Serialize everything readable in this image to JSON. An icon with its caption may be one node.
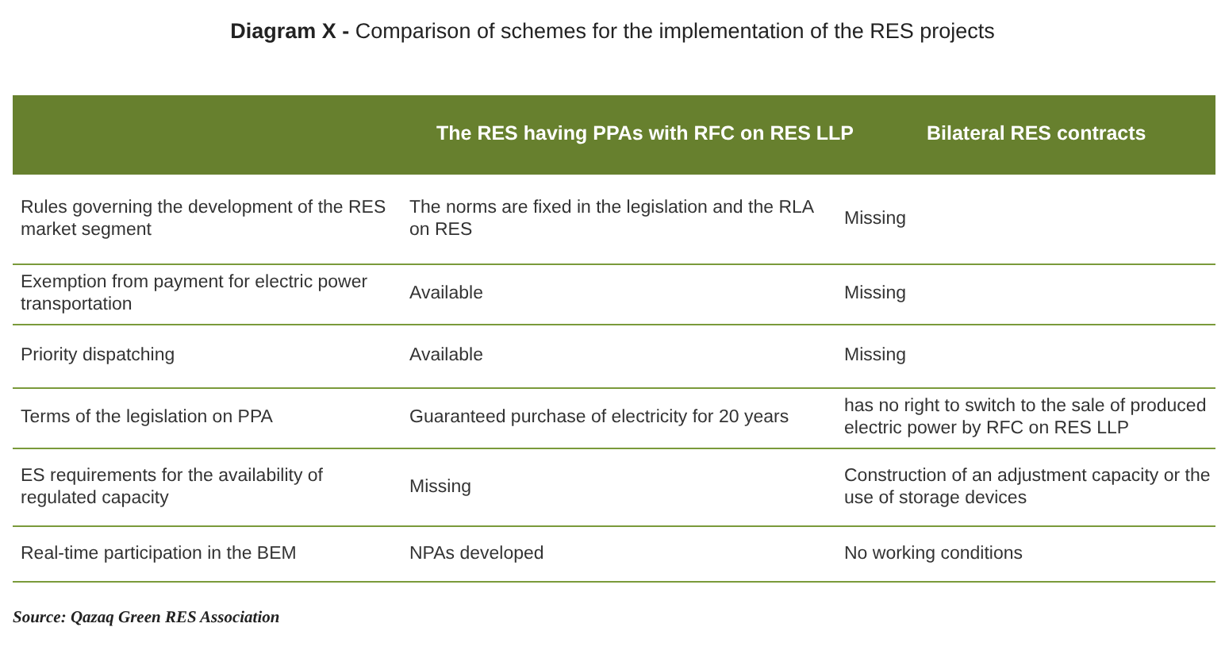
{
  "diagram": {
    "title": "**Diagram X -** Comparison of schemes for the implementation of the RES projects",
    "caption": "Source: Qazaq Green RES Association",
    "labels": [
      "The RES having PPAs with RFC on RES LLP",
      "Bilateral RES contracts",
      "Rules governing the development of the RES market segment",
      "The norms are fixed in the legislation and the RLA on RES",
      "Missing",
      "Exemption from payment for electric power transportation",
      "Available",
      "Missing",
      "Priority dispatching",
      "Available",
      "Missing",
      "Terms of the legislation on PPA",
      "Guaranteed purchase of electricity for 20 years",
      "has no right to switch to the sale of produced electric power by RFC on RES LLP",
      "ES requirements for the availability of regulated capacity",
      "Missing",
      "Construction of an adjustment capacity or the use of storage devices",
      "Real-time participation in the BEM",
      "NPAs developed",
      "No working conditions"
    ]
  }
}
